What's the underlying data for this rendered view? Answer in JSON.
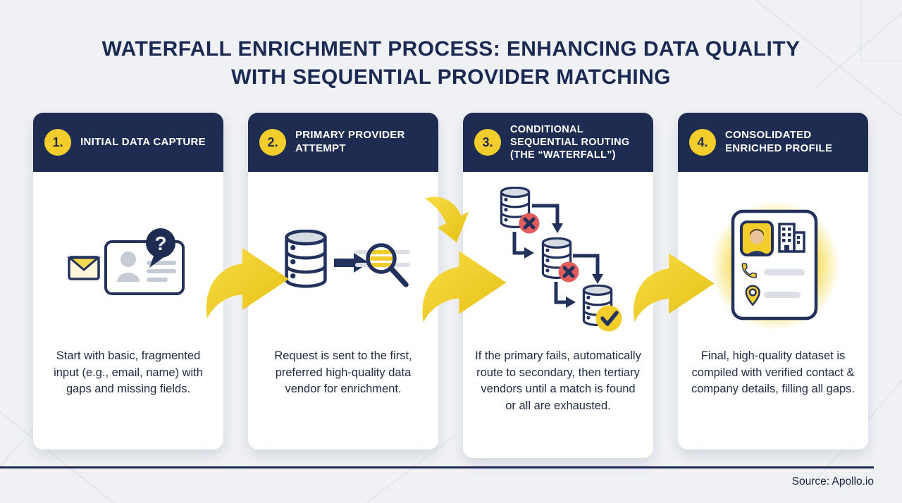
{
  "title": {
    "line1": "WATERFALL ENRICHMENT PROCESS: ENHANCING DATA QUALITY",
    "line2": "WITH SEQUENTIAL PROVIDER MATCHING"
  },
  "steps": [
    {
      "number": "1.",
      "title": "INITIAL DATA CAPTURE",
      "description": "Start with basic, fragmented input (e.g., email, name) with gaps and missing fields.",
      "icons": [
        "envelope-icon",
        "id-card-icon",
        "question-bubble-icon"
      ]
    },
    {
      "number": "2.",
      "title": "PRIMARY PROVIDER ATTEMPT",
      "description": "Request is sent to the first, preferred high-quality data vendor for enrichment.",
      "icons": [
        "database-icon",
        "right-arrow-icon",
        "magnifier-icon"
      ]
    },
    {
      "number": "3.",
      "title": "CONDITIONAL SEQUENTIAL ROUTING (THE “WATERFALL”)",
      "description": "If the primary fails, automatically route to secondary, then tertiary vendors until a match is found or all are exhausted.",
      "icons": [
        "database-icon",
        "fail-x-icon",
        "database-icon",
        "fail-x-icon",
        "database-icon",
        "success-check-icon"
      ]
    },
    {
      "number": "4.",
      "title": "CONSOLIDATED ENRICHED PROFILE",
      "description": "Final, high-quality dataset is compiled with verified contact & company details, filling all gaps.",
      "icons": [
        "profile-card-icon",
        "avatar-photo-icon",
        "building-icon",
        "phone-icon",
        "location-pin-icon"
      ]
    }
  ],
  "question_mark": "?",
  "footer": {
    "source_label": "Source: Apollo.io"
  },
  "colors": {
    "navy": "#1e2c52",
    "yellow": "#f2cd2c",
    "arrow_yellow": "#f0cb20",
    "red": "#e35d5d",
    "background": "#eff1f5",
    "card": "#ffffff",
    "gray_fill": "#c6ccd6",
    "gray_bar": "#dcdfe5"
  }
}
